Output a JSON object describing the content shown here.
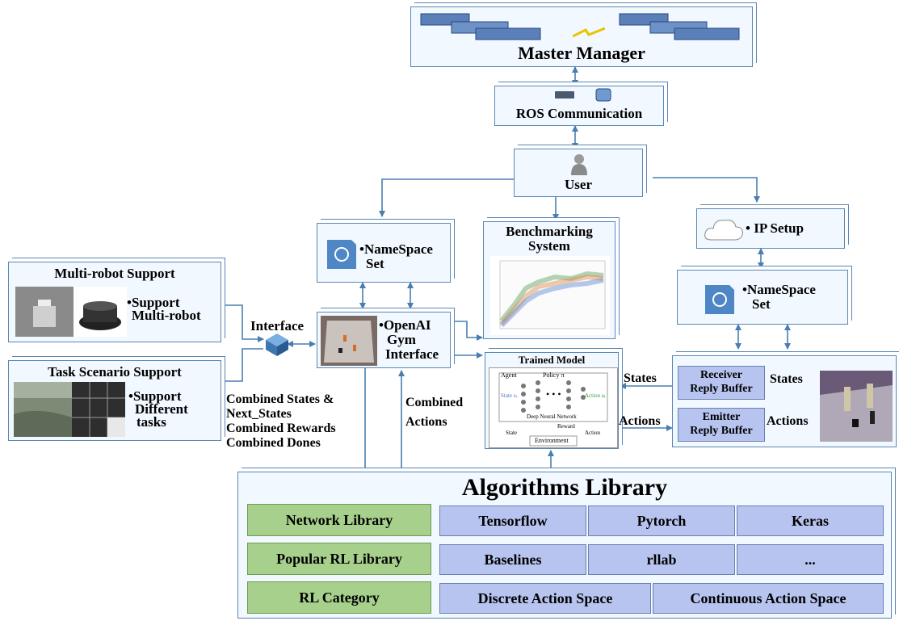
{
  "master": {
    "label": "Master Manager"
  },
  "ros": {
    "label": "ROS Communication"
  },
  "user": {
    "label": "User"
  },
  "namespace_left": {
    "line1": "•NameSpace",
    "line2": "Set"
  },
  "namespace_right": {
    "line1": "•NameSpace",
    "line2": "Set"
  },
  "ip_setup": {
    "label": "• IP Setup"
  },
  "benchmark": {
    "line1": "Benchmarking",
    "line2": "System"
  },
  "openai": {
    "line1": "•OpenAI",
    "line2": "Gym",
    "line3": "Interface"
  },
  "trained_model": {
    "title": "Trained Model",
    "agent": "Agent",
    "policy": "Policy π",
    "state_st": "State sₜ",
    "action_at": "Action aₜ",
    "dnn": "Deep Neural Network",
    "reward": "Reward",
    "state": "State",
    "action": "Action",
    "environment": "Environment"
  },
  "multi_robot": {
    "title": "Multi-robot Support",
    "line1": "•Support",
    "line2": "Multi-robot"
  },
  "task_scenario": {
    "title": "Task Scenario Support",
    "line1": "•Support",
    "line2": "Different",
    "line3": "tasks"
  },
  "interface": {
    "label": "Interface"
  },
  "combined_states": {
    "line1": "Combined States &",
    "line2": "Next_States",
    "line3": "Combined Rewards",
    "line4": "Combined Dones"
  },
  "combined_actions": {
    "line1": "Combined",
    "line2": "Actions"
  },
  "states_left": "States",
  "actions_left": "Actions",
  "states_right": "States",
  "actions_right": "Actions",
  "receiver": {
    "line1": "Receiver",
    "line2": "Reply Buffer"
  },
  "emitter": {
    "line1": "Emitter",
    "line2": "Reply Buffer"
  },
  "library": {
    "title": "Algorithms Library",
    "rows": [
      {
        "category": "Network Library",
        "items": [
          "Tensorflow",
          "Pytorch",
          "Keras"
        ]
      },
      {
        "category": "Popular RL Library",
        "items": [
          "Baselines",
          "rllab",
          "..."
        ]
      },
      {
        "category": "RL Category",
        "items": [
          "Discrete Action Space",
          "Continuous Action Space"
        ]
      }
    ]
  },
  "colors": {
    "arrow": "#4a7eb0",
    "box_fill": "#f1f8ff",
    "green": "#a7d08c",
    "blue_cell": "#b7c4ef"
  }
}
